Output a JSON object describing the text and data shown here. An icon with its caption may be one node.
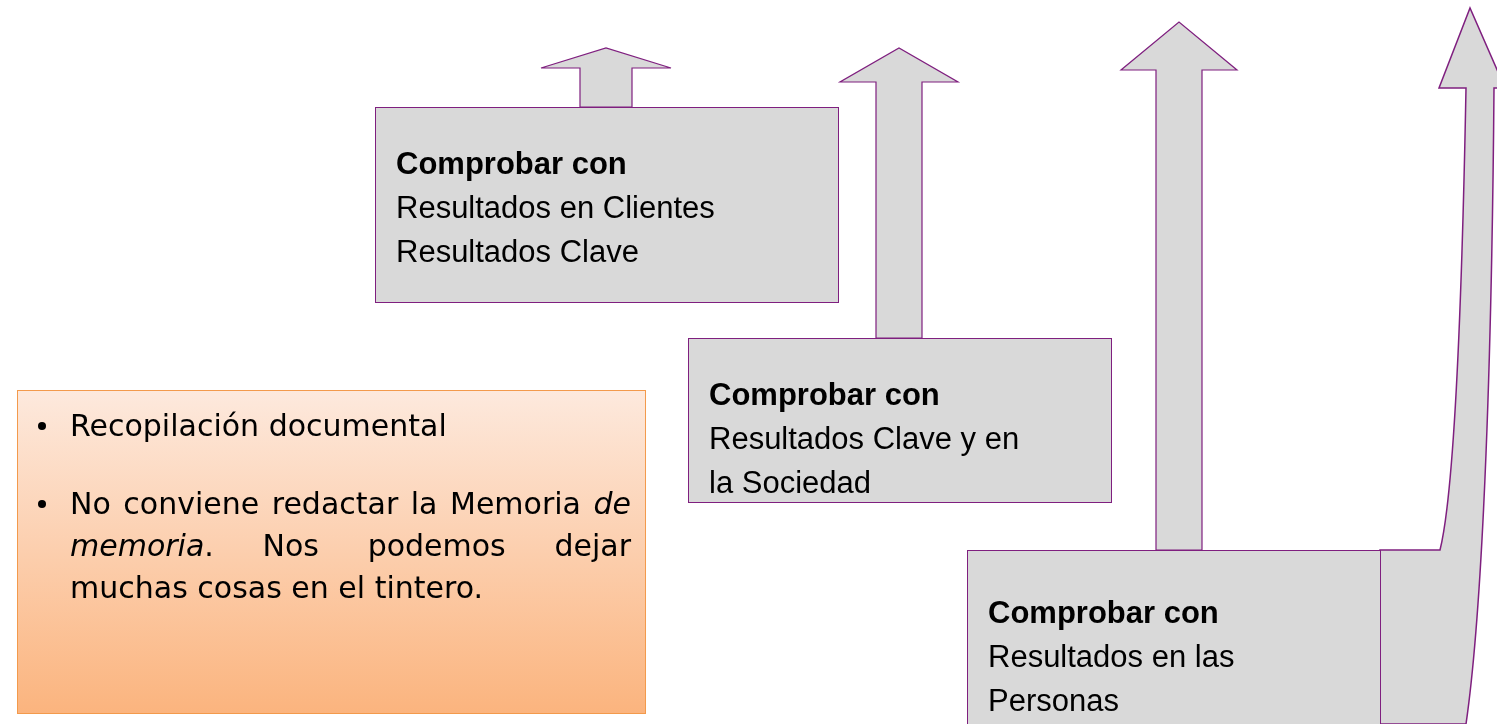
{
  "diagram": {
    "nodes": [
      {
        "text": [
          "Comprobar con",
          "Resultados en Clientes",
          "Resultados Clave"
        ]
      },
      {
        "text": [
          "Comprobar con",
          "Resultados Clave y en la Sociedad"
        ]
      },
      {
        "text": [
          "Recopilación documental",
          "No conviene redactar la Memoria *de memoria*. Nos podemos dejar muchas cosas en el tintero."
        ]
      },
      {
        "text": [
          "Comprobar con",
          "Resultados en las Personas"
        ]
      }
    ],
    "edges": [
      {
        "from": 0,
        "to": null,
        "arrow": "to"
      },
      {
        "from": 1,
        "to": null,
        "arrow": "to"
      },
      {
        "from": 3,
        "to": null,
        "arrow": "to"
      },
      {
        "from": 3,
        "to": null,
        "arrow": "to",
        "style": "thick"
      }
    ]
  }
}
